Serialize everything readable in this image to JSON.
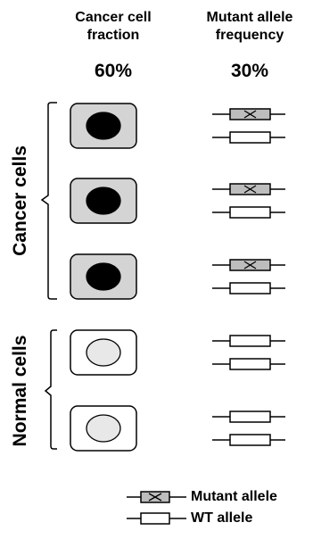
{
  "header": {
    "col1_line1": "Cancer cell",
    "col1_line2": "fraction",
    "col2_line1": "Mutant allele",
    "col2_line2": "frequency",
    "col1_value": "60%",
    "col2_value": "30%"
  },
  "groups": {
    "cancer_label": "Cancer cells",
    "normal_label": "Normal cells"
  },
  "cells": [
    {
      "type": "cancer",
      "alleles": [
        "mutant",
        "wt"
      ]
    },
    {
      "type": "cancer",
      "alleles": [
        "mutant",
        "wt"
      ]
    },
    {
      "type": "cancer",
      "alleles": [
        "mutant",
        "wt"
      ]
    },
    {
      "type": "normal",
      "alleles": [
        "wt",
        "wt"
      ]
    },
    {
      "type": "normal",
      "alleles": [
        "wt",
        "wt"
      ]
    }
  ],
  "legend": {
    "mutant_label": "Mutant allele",
    "wt_label": "WT allele"
  },
  "colors": {
    "cancer_cell_fill": "#d4d4d4",
    "cancer_nucleus": "#000000",
    "normal_cell_fill": "#ffffff",
    "normal_nucleus": "#e8e8e8",
    "mutant_allele_fill": "#bdbdbd",
    "wt_allele_fill": "#ffffff"
  }
}
